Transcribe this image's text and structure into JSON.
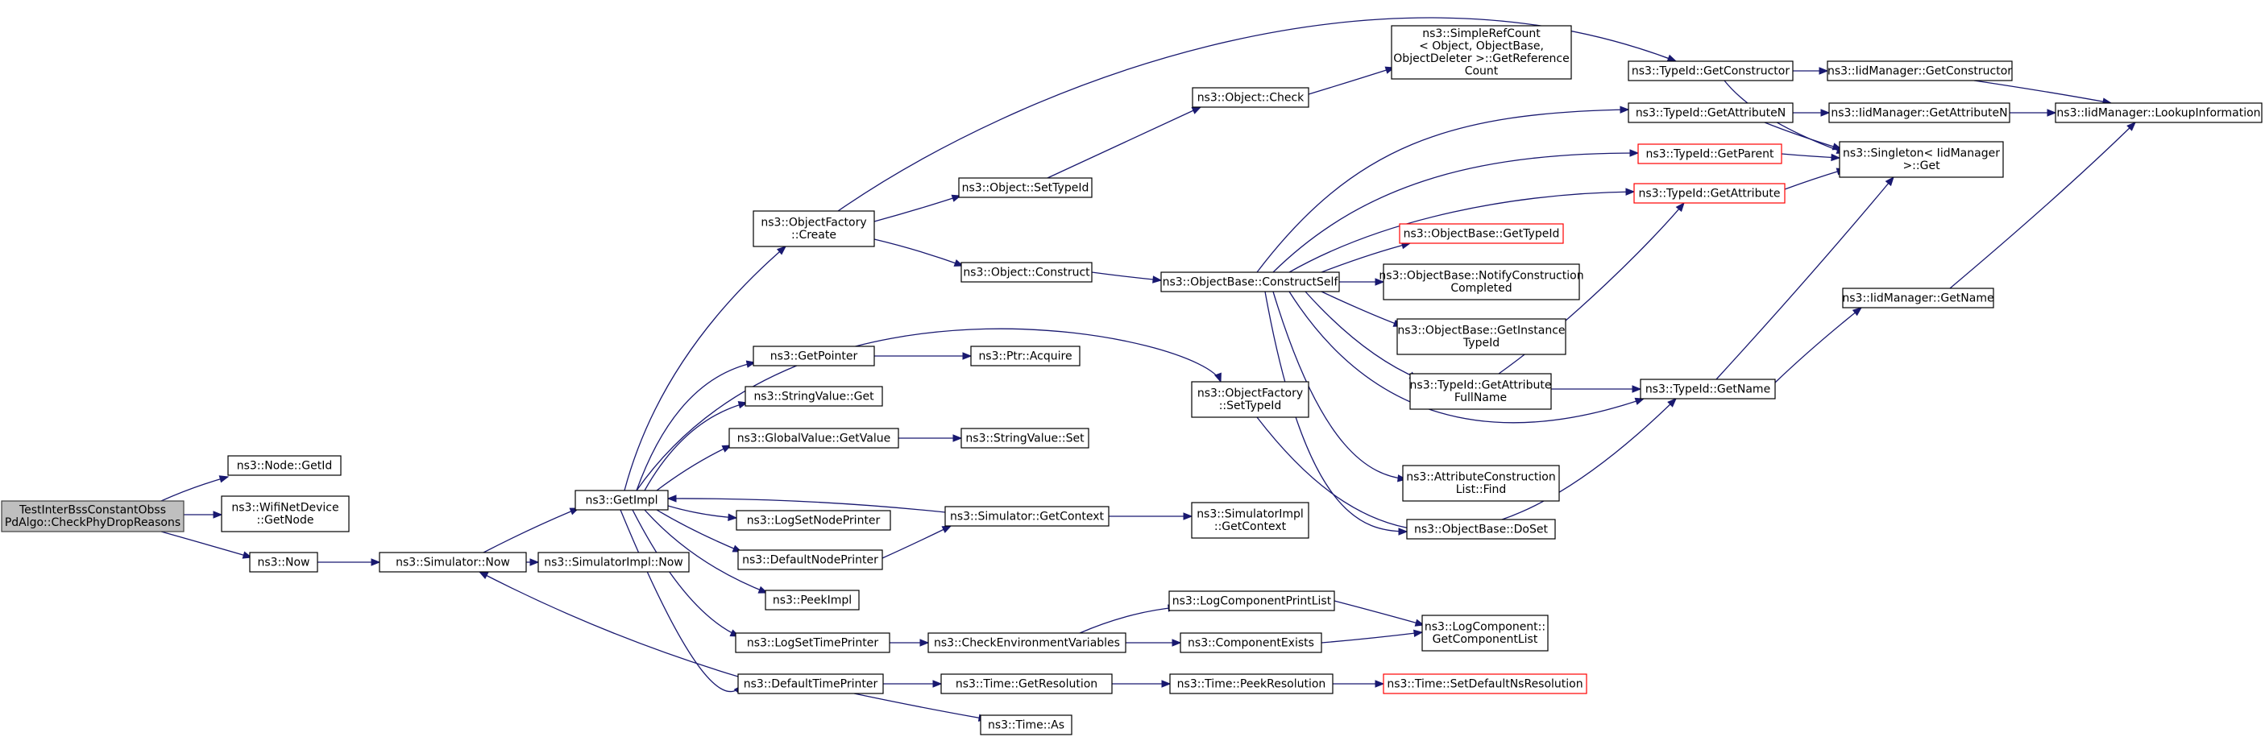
{
  "graph": {
    "nodes": [
      {
        "id": "root",
        "lines": [
          "TestInterBssConstantObss",
          "PdAlgo::CheckPhyDropReasons"
        ],
        "style": "root"
      },
      {
        "id": "node_getid",
        "lines": [
          "ns3::Node::GetId"
        ]
      },
      {
        "id": "wifi_getnode",
        "lines": [
          "ns3::WifiNetDevice",
          "::GetNode"
        ]
      },
      {
        "id": "now",
        "lines": [
          "ns3::Now"
        ]
      },
      {
        "id": "sim_now",
        "lines": [
          "ns3::Simulator::Now"
        ]
      },
      {
        "id": "simimpl_now",
        "lines": [
          "ns3::SimulatorImpl::Now"
        ]
      },
      {
        "id": "getimpl",
        "lines": [
          "ns3::GetImpl"
        ]
      },
      {
        "id": "objfactory_create",
        "lines": [
          "ns3::ObjectFactory",
          "::Create"
        ]
      },
      {
        "id": "getpointer",
        "lines": [
          "ns3::GetPointer"
        ]
      },
      {
        "id": "stringvalue_get",
        "lines": [
          "ns3::StringValue::Get"
        ]
      },
      {
        "id": "globalvalue_getvalue",
        "lines": [
          "ns3::GlobalValue::GetValue"
        ]
      },
      {
        "id": "logsetnodeprinter",
        "lines": [
          "ns3::LogSetNodePrinter"
        ]
      },
      {
        "id": "defaultnodeprinter",
        "lines": [
          "ns3::DefaultNodePrinter"
        ]
      },
      {
        "id": "peekimpl",
        "lines": [
          "ns3::PeekImpl"
        ]
      },
      {
        "id": "logsettimeprinter",
        "lines": [
          "ns3::LogSetTimePrinter"
        ]
      },
      {
        "id": "defaulttimeprinter",
        "lines": [
          "ns3::DefaultTimePrinter"
        ]
      },
      {
        "id": "object_settypeid",
        "lines": [
          "ns3::Object::SetTypeId"
        ]
      },
      {
        "id": "object_construct",
        "lines": [
          "ns3::Object::Construct"
        ]
      },
      {
        "id": "ptr_acquire",
        "lines": [
          "ns3::Ptr::Acquire"
        ]
      },
      {
        "id": "stringvalue_set",
        "lines": [
          "ns3::StringValue::Set"
        ]
      },
      {
        "id": "sim_getcontext",
        "lines": [
          "ns3::Simulator::GetContext"
        ]
      },
      {
        "id": "checkenv",
        "lines": [
          "ns3::CheckEnvironmentVariables"
        ]
      },
      {
        "id": "time_getresolution",
        "lines": [
          "ns3::Time::GetResolution"
        ]
      },
      {
        "id": "time_as",
        "lines": [
          "ns3::Time::As"
        ]
      },
      {
        "id": "object_check",
        "lines": [
          "ns3::Object::Check"
        ]
      },
      {
        "id": "objbase_constructself",
        "lines": [
          "ns3::ObjectBase::ConstructSelf"
        ]
      },
      {
        "id": "objfactory_settypeid",
        "lines": [
          "ns3::ObjectFactory",
          "::SetTypeId"
        ]
      },
      {
        "id": "simimpl_getcontext",
        "lines": [
          "ns3::SimulatorImpl",
          "::GetContext"
        ]
      },
      {
        "id": "logcomponentprintlist",
        "lines": [
          "ns3::LogComponentPrintList"
        ]
      },
      {
        "id": "componentexists",
        "lines": [
          "ns3::ComponentExists"
        ]
      },
      {
        "id": "time_peekresolution",
        "lines": [
          "ns3::Time::PeekResolution"
        ]
      },
      {
        "id": "simplerefcount",
        "lines": [
          "ns3::SimpleRefCount",
          "< Object, ObjectBase,",
          "ObjectDeleter >::GetReference",
          "Count"
        ]
      },
      {
        "id": "objbase_gettypeid",
        "lines": [
          "ns3::ObjectBase::GetTypeId"
        ],
        "style": "truncated"
      },
      {
        "id": "objbase_notifyconstruction",
        "lines": [
          "ns3::ObjectBase::NotifyConstruction",
          "Completed"
        ]
      },
      {
        "id": "objbase_getinstancetypeid",
        "lines": [
          "ns3::ObjectBase::GetInstance",
          "TypeId"
        ]
      },
      {
        "id": "typeid_getattributefullname",
        "lines": [
          "ns3::TypeId::GetAttribute",
          "FullName"
        ]
      },
      {
        "id": "attrconstructionlist_find",
        "lines": [
          "ns3::AttributeConstruction",
          "List::Find"
        ]
      },
      {
        "id": "objbase_doset",
        "lines": [
          "ns3::ObjectBase::DoSet"
        ]
      },
      {
        "id": "logcomponent_getcomponentlist",
        "lines": [
          "ns3::LogComponent::",
          "GetComponentList"
        ]
      },
      {
        "id": "time_setdefaultnsresolution",
        "lines": [
          "ns3::Time::SetDefaultNsResolution"
        ],
        "style": "truncated"
      },
      {
        "id": "typeid_getconstructor",
        "lines": [
          "ns3::TypeId::GetConstructor"
        ]
      },
      {
        "id": "typeid_getattributen",
        "lines": [
          "ns3::TypeId::GetAttributeN"
        ]
      },
      {
        "id": "typeid_getparent",
        "lines": [
          "ns3::TypeId::GetParent"
        ],
        "style": "truncated"
      },
      {
        "id": "typeid_getattribute",
        "lines": [
          "ns3::TypeId::GetAttribute"
        ],
        "style": "truncated"
      },
      {
        "id": "typeid_getname",
        "lines": [
          "ns3::TypeId::GetName"
        ]
      },
      {
        "id": "iidmanager_getconstructor",
        "lines": [
          "ns3::IidManager::GetConstructor"
        ]
      },
      {
        "id": "iidmanager_getattributen",
        "lines": [
          "ns3::IidManager::GetAttributeN"
        ]
      },
      {
        "id": "singleton_get",
        "lines": [
          "ns3::Singleton< IidManager",
          ">::Get"
        ]
      },
      {
        "id": "iidmanager_getname",
        "lines": [
          "ns3::IidManager::GetName"
        ]
      },
      {
        "id": "iidmanager_lookupinformation",
        "lines": [
          "ns3::IidManager::LookupInformation"
        ]
      }
    ],
    "edges": [
      [
        "root",
        "node_getid"
      ],
      [
        "root",
        "wifi_getnode"
      ],
      [
        "root",
        "now"
      ],
      [
        "now",
        "sim_now"
      ],
      [
        "sim_now",
        "simimpl_now"
      ],
      [
        "sim_now",
        "getimpl"
      ],
      [
        "getimpl",
        "objfactory_create"
      ],
      [
        "getimpl",
        "getpointer"
      ],
      [
        "getimpl",
        "stringvalue_get"
      ],
      [
        "getimpl",
        "globalvalue_getvalue"
      ],
      [
        "getimpl",
        "logsetnodeprinter"
      ],
      [
        "getimpl",
        "defaultnodeprinter"
      ],
      [
        "getimpl",
        "peekimpl"
      ],
      [
        "getimpl",
        "logsettimeprinter"
      ],
      [
        "getimpl",
        "defaulttimeprinter"
      ],
      [
        "getimpl",
        "objfactory_settypeid"
      ],
      [
        "objfactory_create",
        "object_settypeid"
      ],
      [
        "objfactory_create",
        "object_construct"
      ],
      [
        "objfactory_create",
        "typeid_getconstructor"
      ],
      [
        "getpointer",
        "ptr_acquire"
      ],
      [
        "globalvalue_getvalue",
        "stringvalue_set"
      ],
      [
        "defaultnodeprinter",
        "sim_getcontext"
      ],
      [
        "sim_getcontext",
        "getimpl"
      ],
      [
        "sim_getcontext",
        "simimpl_getcontext"
      ],
      [
        "logsettimeprinter",
        "checkenv"
      ],
      [
        "checkenv",
        "logcomponentprintlist"
      ],
      [
        "checkenv",
        "componentexists"
      ],
      [
        "defaulttimeprinter",
        "sim_now"
      ],
      [
        "defaulttimeprinter",
        "time_getresolution"
      ],
      [
        "defaulttimeprinter",
        "time_as"
      ],
      [
        "time_getresolution",
        "time_peekresolution"
      ],
      [
        "time_peekresolution",
        "time_setdefaultnsresolution"
      ],
      [
        "logcomponentprintlist",
        "logcomponent_getcomponentlist"
      ],
      [
        "componentexists",
        "logcomponent_getcomponentlist"
      ],
      [
        "object_settypeid",
        "object_check"
      ],
      [
        "object_check",
        "simplerefcount"
      ],
      [
        "object_construct",
        "objbase_constructself"
      ],
      [
        "objbase_constructself",
        "typeid_getattributen"
      ],
      [
        "objbase_constructself",
        "typeid_getparent"
      ],
      [
        "objbase_constructself",
        "typeid_getattribute"
      ],
      [
        "objbase_constructself",
        "objbase_gettypeid"
      ],
      [
        "objbase_constructself",
        "objbase_notifyconstruction"
      ],
      [
        "objbase_constructself",
        "objbase_getinstancetypeid"
      ],
      [
        "objbase_constructself",
        "typeid_getattributefullname"
      ],
      [
        "objbase_constructself",
        "typeid_getname"
      ],
      [
        "objbase_constructself",
        "attrconstructionlist_find"
      ],
      [
        "objbase_constructself",
        "objbase_doset"
      ],
      [
        "objfactory_settypeid",
        "typeid_getname"
      ],
      [
        "typeid_getattributefullname",
        "typeid_getattribute"
      ],
      [
        "typeid_getattributefullname",
        "typeid_getname"
      ],
      [
        "typeid_getconstructor",
        "iidmanager_getconstructor"
      ],
      [
        "typeid_getconstructor",
        "singleton_get"
      ],
      [
        "typeid_getattributen",
        "iidmanager_getattributen"
      ],
      [
        "typeid_getattributen",
        "singleton_get"
      ],
      [
        "typeid_getparent",
        "singleton_get"
      ],
      [
        "typeid_getattribute",
        "singleton_get"
      ],
      [
        "typeid_getname",
        "singleton_get"
      ],
      [
        "typeid_getname",
        "iidmanager_getname"
      ],
      [
        "iidmanager_getconstructor",
        "iidmanager_lookupinformation"
      ],
      [
        "iidmanager_getattributen",
        "iidmanager_lookupinformation"
      ],
      [
        "iidmanager_getname",
        "iidmanager_lookupinformation"
      ]
    ]
  },
  "colors": {
    "edge": "#191970",
    "node_border": "#000000",
    "root_fill": "#bfbfbf",
    "truncated_border": "#ff0000"
  }
}
